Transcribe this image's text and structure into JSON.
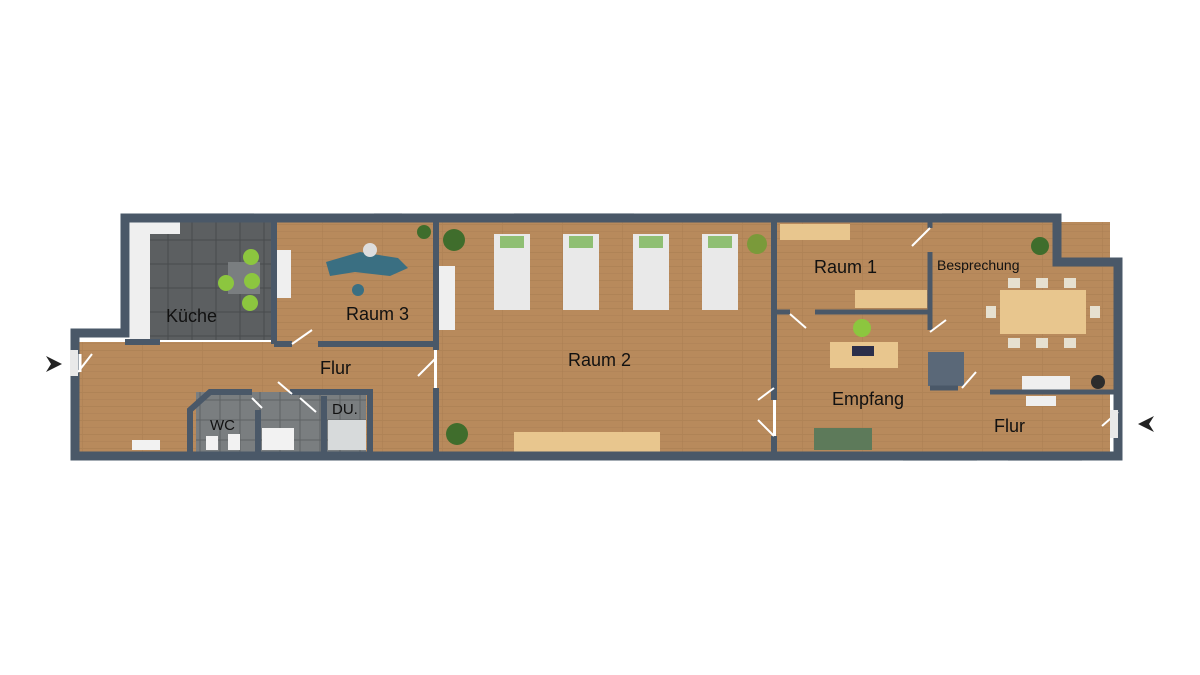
{
  "colors": {
    "wall": "#4a5868",
    "wood": "#b88a5c",
    "wood_dark": "#a57a4f",
    "tile_dark": "#5c5f61",
    "tile_light": "#7a7e80",
    "bed": "#e9e9e9",
    "pillow": "#8fbf73",
    "chair_green": "#8cc63f",
    "window": "#e4e7ea",
    "counter": "#efefef",
    "table": "#e8c68e",
    "sofa": "#5d7a5a",
    "dental": "#3a6f82",
    "plant": "#3f6d2c",
    "arrow": "#222222"
  },
  "icons": [
    "entrance-arrow-icon",
    "plant-icon",
    "chair-icon",
    "bed-icon",
    "toilet-icon",
    "shower-icon",
    "sink-icon",
    "sofa-icon",
    "desk-icon"
  ],
  "rooms": {
    "kueche": "Küche",
    "raum3": "Raum 3",
    "raum2": "Raum 2",
    "raum1": "Raum 1",
    "besprechung": "Besprechung",
    "flur_left": "Flur",
    "wc": "WC",
    "du": "DU.",
    "empfang": "Empfang",
    "flur_right": "Flur"
  }
}
